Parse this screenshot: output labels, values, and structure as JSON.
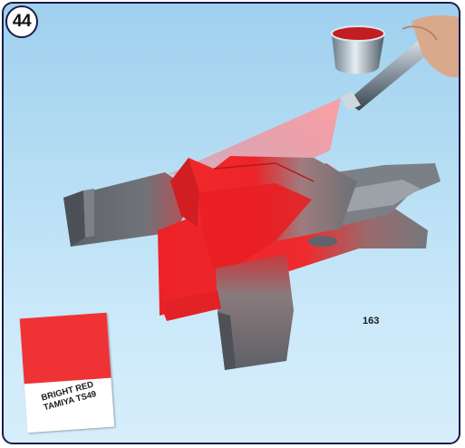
{
  "step": {
    "number": "44"
  },
  "part": {
    "number": "163"
  },
  "paint": {
    "color_name": "BRIGHT RED",
    "product": "TAMIYA TS49",
    "swatch_color": "#ef3236"
  },
  "colors": {
    "border": "#1b1d4a",
    "background": "#b7def4",
    "part_gray": "#6e7278"
  },
  "icons": [
    "airbrush-icon"
  ]
}
